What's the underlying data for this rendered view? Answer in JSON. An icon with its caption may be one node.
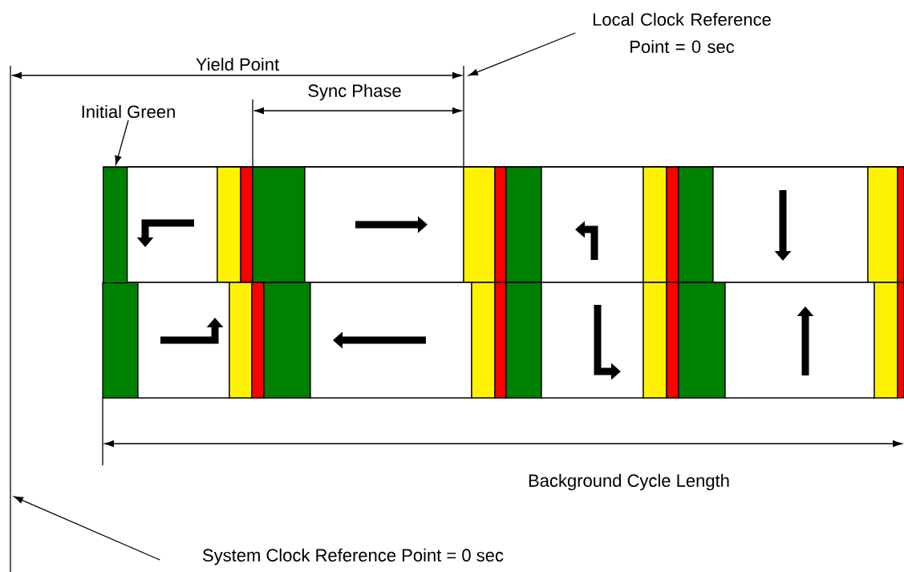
{
  "diagram": {
    "nodes": [
      {
        "text": [
          "Initial Green"
        ]
      },
      {
        "text": [],
        "shape": "bar"
      },
      {
        "text": [
          "Local Clock Reference Point = 0 sec"
        ]
      },
      {
        "text": [
          "System Clock Reference Point = 0 sec"
        ]
      }
    ],
    "edges": [
      {
        "from": 0,
        "to": 1,
        "arrow": "to"
      },
      {
        "from": 2,
        "to": null,
        "arrow": "to"
      },
      {
        "from": 3,
        "to": null,
        "arrow": "to"
      }
    ],
    "labels": [
      "Yield Point",
      "Sync Phase",
      "Background Cycle Length"
    ]
  }
}
